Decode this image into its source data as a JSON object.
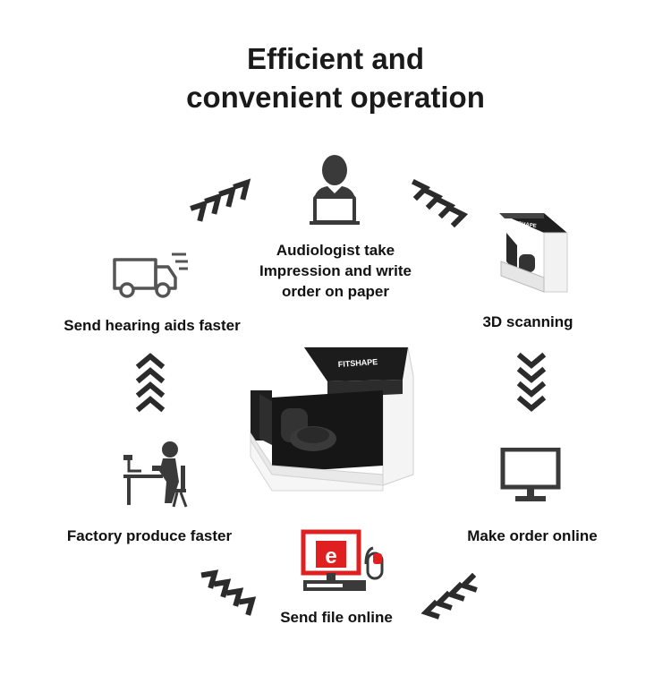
{
  "title": {
    "line1": "Efficient and",
    "line2": "convenient operation"
  },
  "steps": [
    {
      "label_lines": [
        "Audiologist take",
        "Impression and write",
        "order on paper"
      ],
      "icon": "person-laptop-icon"
    },
    {
      "label": "3D scanning",
      "icon": "scanner-icon"
    },
    {
      "label": "Make order online",
      "icon": "monitor-icon"
    },
    {
      "label": "Send file online",
      "icon": "computer-e-icon"
    },
    {
      "label": "Factory produce faster",
      "icon": "worker-desk-icon"
    },
    {
      "label": "Send hearing aids faster",
      "icon": "delivery-truck-icon"
    }
  ],
  "center_device": {
    "brand_text": "FITSHAPE",
    "icon": "fitshape-scanner-device"
  },
  "colors": {
    "dark": "#2b2b2b",
    "grey": "#555555",
    "accent_red": "#e02020"
  }
}
